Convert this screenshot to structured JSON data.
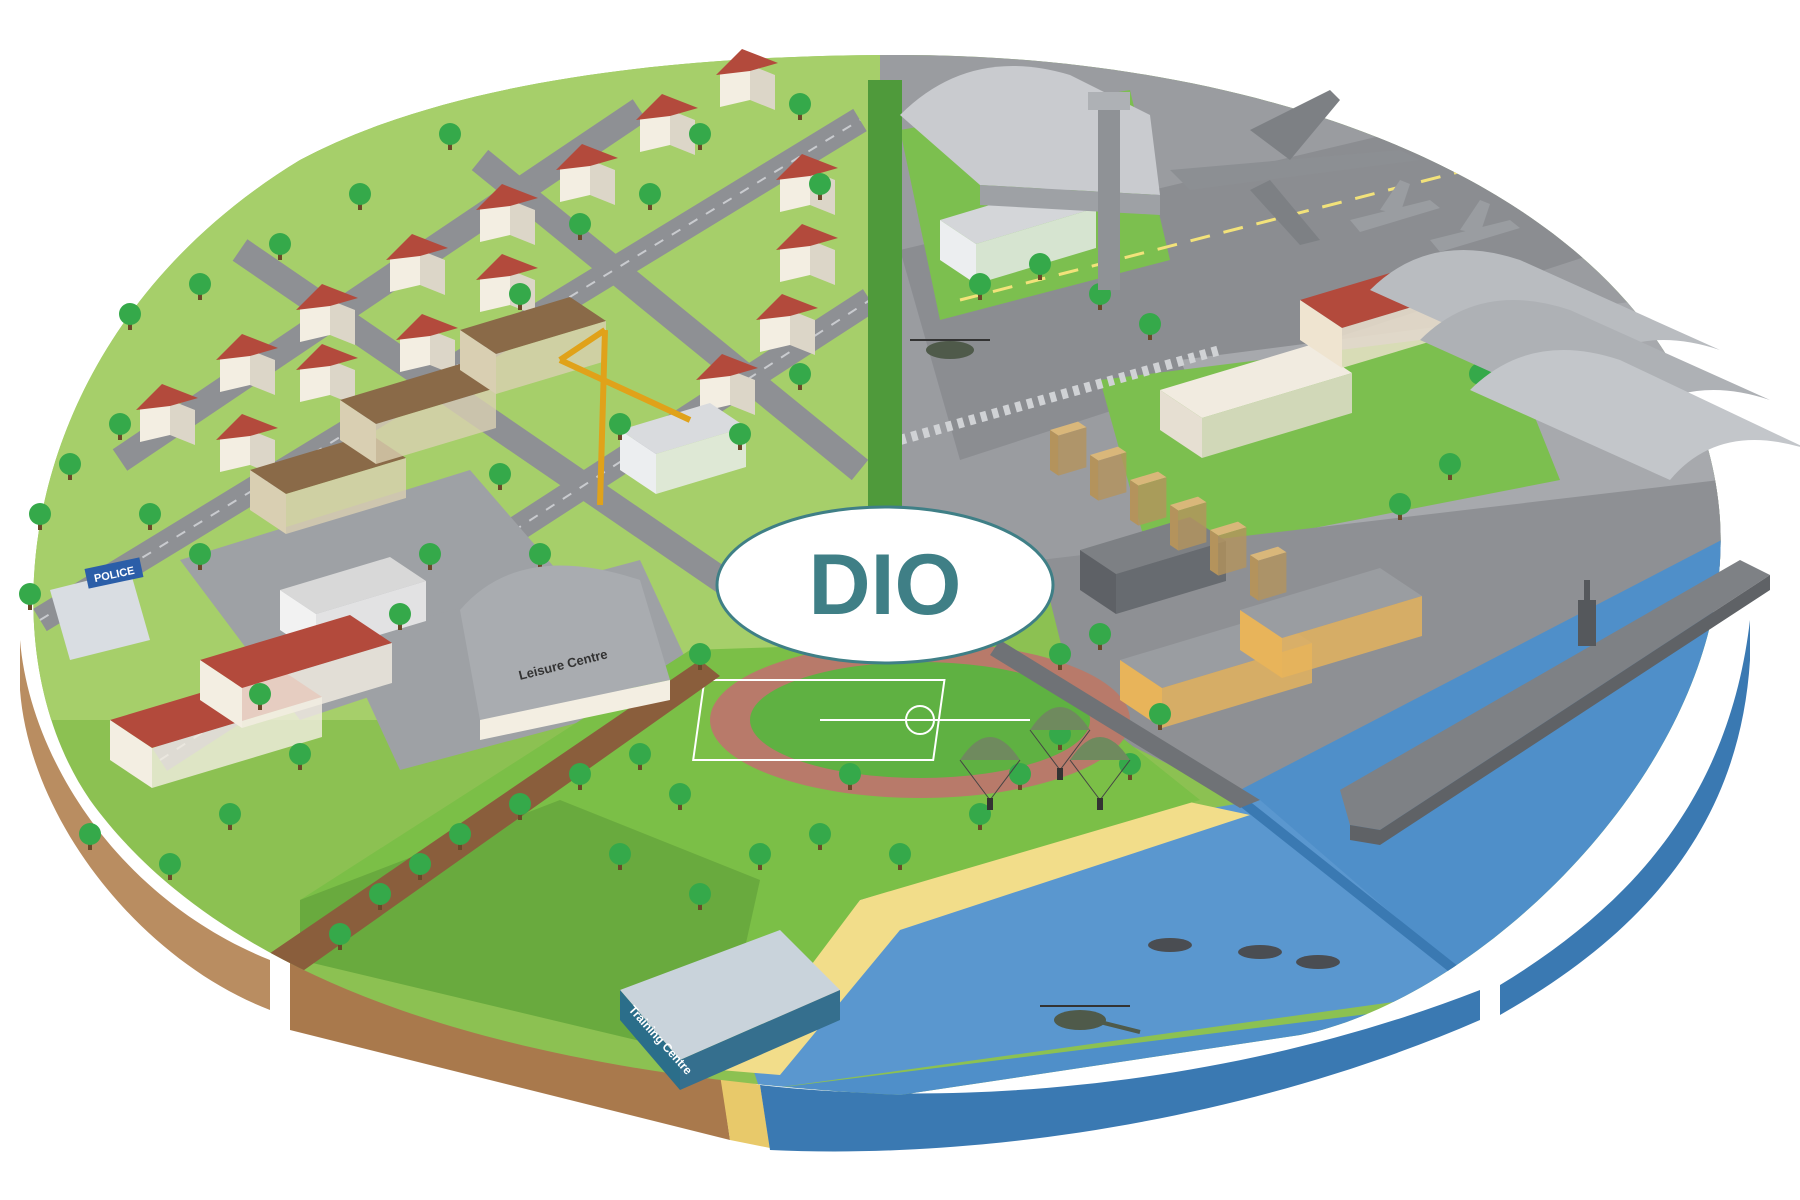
{
  "center_logo": {
    "text": "DIO",
    "text_color": "#3f7f86",
    "fill": "#ffffff",
    "stroke": "#3f7f86"
  },
  "signs": {
    "police": "POLICE",
    "leisure_centre": "Leisure Centre",
    "training_centre": "Training Centre"
  },
  "colors": {
    "grass": "#8cc152",
    "grass_dark": "#6aaa3f",
    "road": "#8e9094",
    "road_light": "#b8babd",
    "soil_side": "#b98d61",
    "soil_side_dark": "#9c7248",
    "water": "#4f8fc9",
    "water_side": "#3a79b2",
    "sand": "#f2dd8a",
    "roof_red": "#b34a3c",
    "wall_cream": "#f3eee2",
    "hangar_grey": "#b9bcc0",
    "tree": "#35a94a",
    "divider_green": "#4f9a3b"
  }
}
